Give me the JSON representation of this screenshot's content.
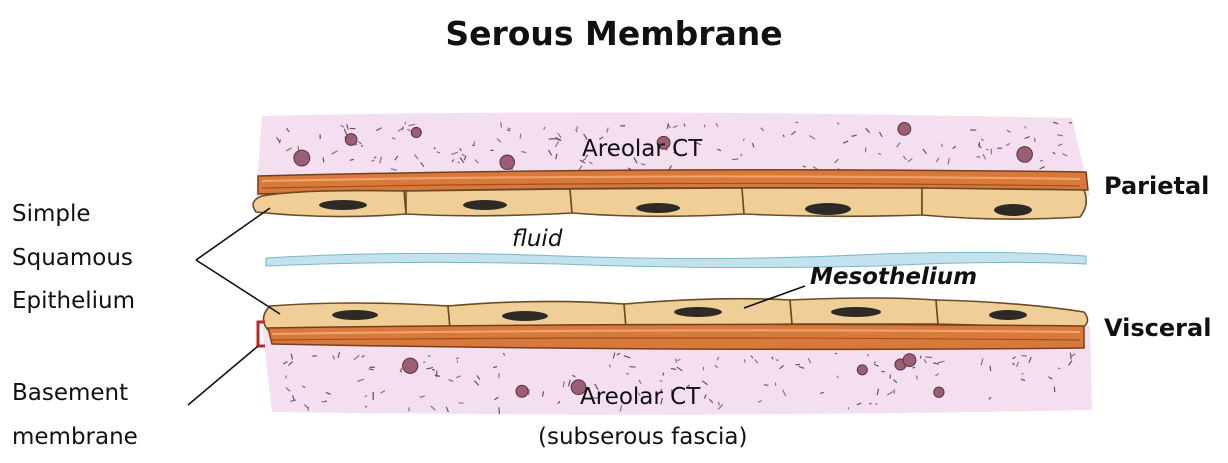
{
  "title": "Serous Membrane",
  "labels": {
    "areolar_top": "Areolar CT",
    "areolar_bottom": "Areolar CT",
    "subserous": "(subserous fascia)",
    "parietal": "Parietal",
    "visceral": "Visceral",
    "fluid": "fluid",
    "mesothelium": "Mesothelium",
    "simple_squamous": [
      "Simple",
      "Squamous",
      "Epithelium"
    ],
    "basement_membrane": [
      "Basement",
      "membrane"
    ]
  },
  "colors": {
    "areolar_tissue": "#f3dcef",
    "basement_membrane": "#d8793c",
    "epithelial_cell": "#efcf97",
    "nucleus": "#2d2a26",
    "fluid": "#c2e2ee",
    "bracket": "#c0242b"
  }
}
